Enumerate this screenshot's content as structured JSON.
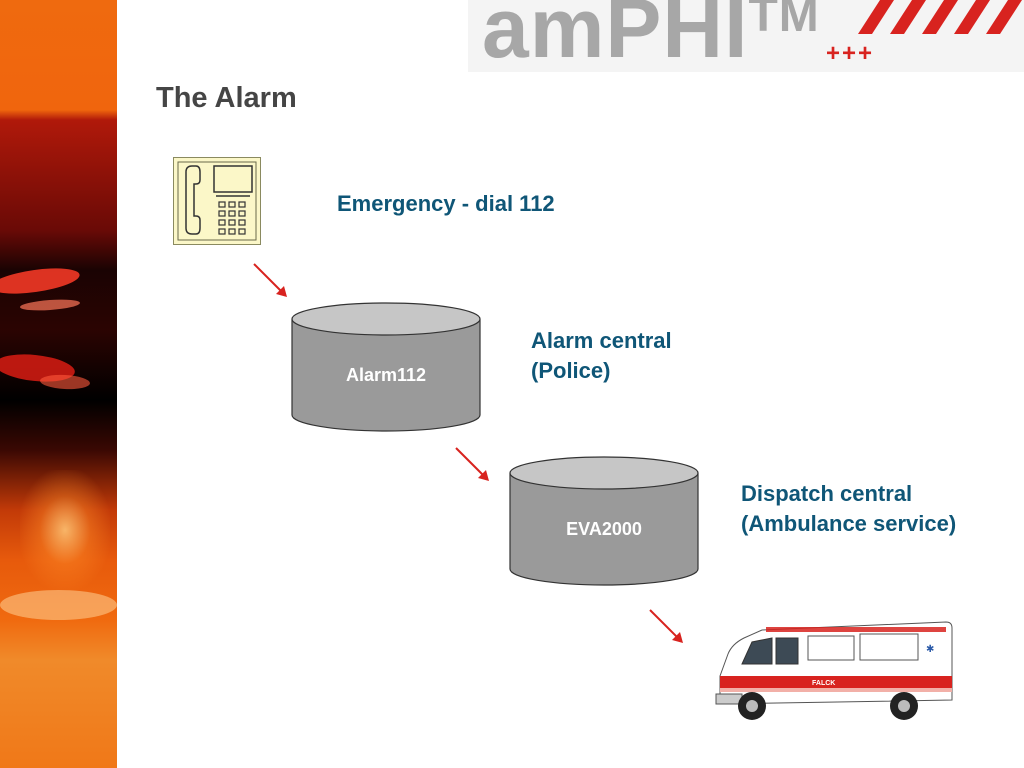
{
  "header": {
    "logo_text": "amPHI",
    "logo_tm": "TM",
    "logo_plus": "+++"
  },
  "slide": {
    "title": "The Alarm"
  },
  "steps": {
    "emergency_label": "Emergency - dial 112",
    "alarm_central_line1": "Alarm central",
    "alarm_central_line2": "(Police)",
    "dispatch_central_line1": "Dispatch central",
    "dispatch_central_line2": "(Ambulance service)"
  },
  "systems": {
    "alarm112": "Alarm112",
    "eva2000": "EVA2000"
  },
  "ambulance": {
    "side_text": "FALCK"
  },
  "colors": {
    "accent_red": "#d8231f",
    "label_blue": "#0f5677",
    "cylinder_grey": "#9a9a9a",
    "logo_grey": "#a7a7a7"
  }
}
